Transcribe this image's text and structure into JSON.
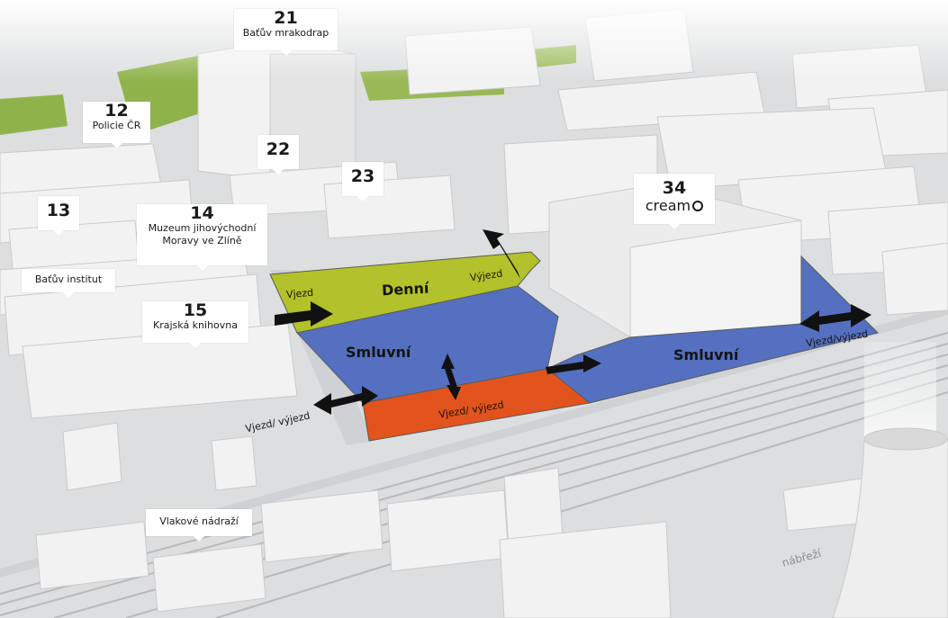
{
  "landmarks": {
    "b21": {
      "num": "21",
      "name": "Baťův mrakodrap"
    },
    "b12": {
      "num": "12",
      "name": "Policie ČR"
    },
    "b22": {
      "num": "22"
    },
    "b23": {
      "num": "23"
    },
    "b13": {
      "num": "13"
    },
    "b14": {
      "num": "14",
      "name": "Muzeum jihovýchodní Moravy ve Zlíně"
    },
    "institut": {
      "name": "Baťův institut"
    },
    "b15": {
      "num": "15",
      "name": "Krajská knihovna"
    },
    "b34": {
      "num": "34",
      "name": "cream"
    },
    "station": {
      "name": "Vlakové nádraží"
    }
  },
  "zones": {
    "denni": {
      "label": "Denní",
      "color": "#b3c22a"
    },
    "smluvni_left": {
      "label": "Smluvní",
      "color": "#5570c0"
    },
    "smluvni_right": {
      "label": "Smluvní",
      "color": "#5570c0"
    },
    "orange": {
      "label": "Vjezd/ výjezd",
      "color": "#e2531d"
    }
  },
  "access": {
    "vjezd_denni": "Vjezd",
    "vyjezd_denni": "Výjezd",
    "vjezd_vyjezd_left": "Vjezd/ výjezd",
    "vjezd_vyjezd_right": "Vjezd/výjezd"
  },
  "street_text": "nábřeží"
}
